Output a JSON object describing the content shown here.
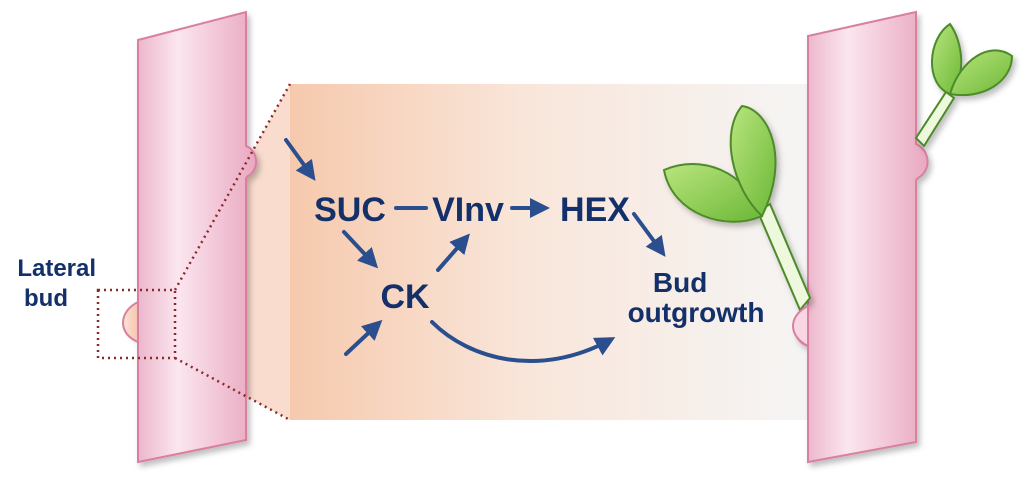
{
  "labels": {
    "lateral_bud_line1": "Lateral",
    "lateral_bud_line2": "bud",
    "suc": "SUC",
    "vinv": "VInv",
    "hex": "HEX",
    "ck": "CK",
    "bud_outgrowth_line1": "Bud",
    "bud_outgrowth_line2": "outgrowth"
  },
  "colors": {
    "text": "#14306b",
    "arrow": "#2b4f8e",
    "stem_fill": "#f1c8d8",
    "stem_edge": "#d97fa0",
    "leaf_fill": "#8fd14f",
    "leaf_edge": "#4d8a2a",
    "dotted_outline": "#8b2a2a"
  }
}
